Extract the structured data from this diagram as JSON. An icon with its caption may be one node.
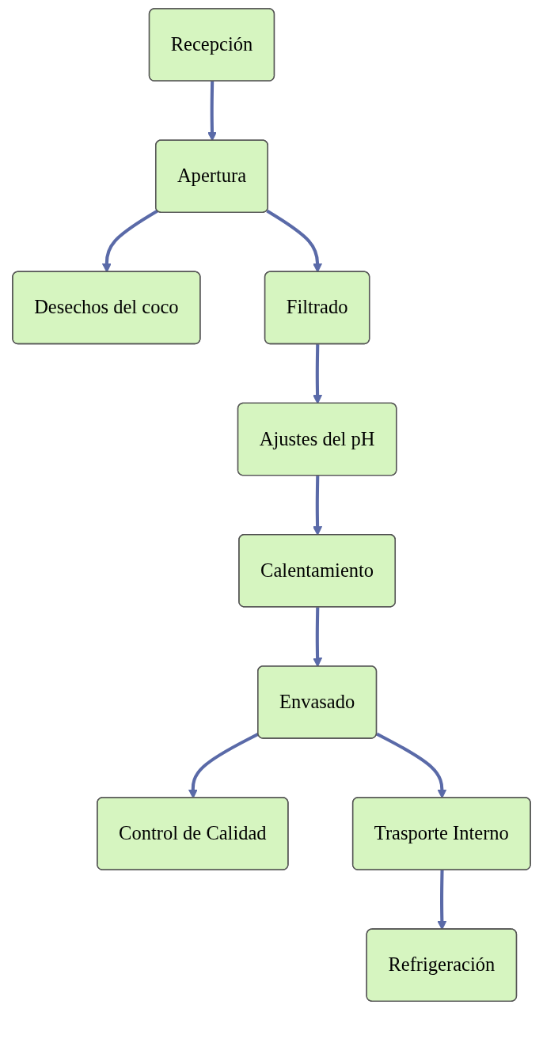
{
  "diagram": {
    "nodes": [
      {
        "text": [
          "Recepción"
        ]
      },
      {
        "text": [
          "Apertura"
        ]
      },
      {
        "text": [
          "Desechos del coco"
        ]
      },
      {
        "text": [
          "Filtrado"
        ]
      },
      {
        "text": [
          "Ajustes del pH"
        ]
      },
      {
        "text": [
          "Calentamiento"
        ]
      },
      {
        "text": [
          "Envasado"
        ]
      },
      {
        "text": [
          "Control de Calidad"
        ]
      },
      {
        "text": [
          "Trasporte Interno"
        ]
      },
      {
        "text": [
          "Refrigeración"
        ]
      }
    ],
    "edges": [
      {
        "from": 0,
        "to": 1,
        "arrow": "to"
      },
      {
        "from": 1,
        "to": 2,
        "arrow": "to"
      },
      {
        "from": 1,
        "to": 3,
        "arrow": "to"
      },
      {
        "from": 3,
        "to": 4,
        "arrow": "to"
      },
      {
        "from": 4,
        "to": 5,
        "arrow": "to"
      },
      {
        "from": 5,
        "to": 6,
        "arrow": "to"
      },
      {
        "from": 6,
        "to": 7,
        "arrow": "to"
      },
      {
        "from": 6,
        "to": 8,
        "arrow": "to"
      },
      {
        "from": 8,
        "to": 9,
        "arrow": "to"
      }
    ]
  }
}
